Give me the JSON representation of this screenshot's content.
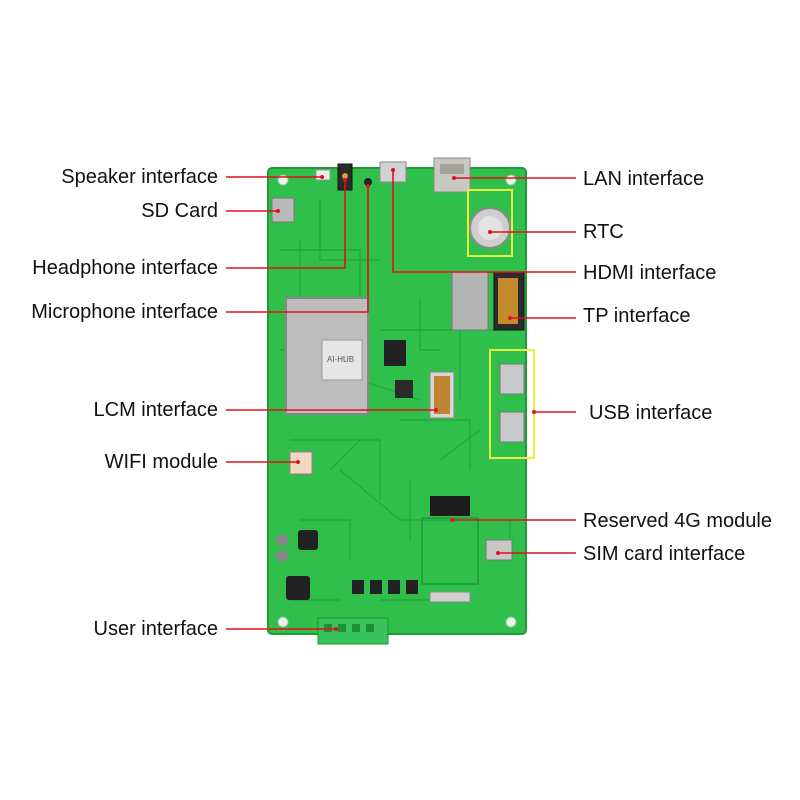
{
  "colors": {
    "pcb": "#2fbf4a",
    "pcb_dark": "#239a3a",
    "trace": "#1f8f34",
    "callout_line": "#e0101e",
    "highlight_box": "#e6f03a",
    "label_text": "#111111",
    "connector": "#39c35b"
  },
  "labels_left": [
    {
      "id": "speaker",
      "text": "Speaker interface"
    },
    {
      "id": "sdcard",
      "text": "SD Card"
    },
    {
      "id": "headphone",
      "text": "Headphone interface"
    },
    {
      "id": "microphone",
      "text": "Microphone interface"
    },
    {
      "id": "lcm",
      "text": "LCM interface"
    },
    {
      "id": "wifi",
      "text": "WIFI module"
    },
    {
      "id": "user",
      "text": "User interface"
    }
  ],
  "labels_right": [
    {
      "id": "lan",
      "text": "LAN interface"
    },
    {
      "id": "rtc",
      "text": "RTC"
    },
    {
      "id": "hdmi",
      "text": "HDMI interface"
    },
    {
      "id": "tp",
      "text": "TP interface"
    },
    {
      "id": "usb",
      "text": "USB interface"
    },
    {
      "id": "4g",
      "text": "Reserved 4G module"
    },
    {
      "id": "sim",
      "text": "SIM card interface"
    }
  ],
  "board": {
    "module_marking": "AI-HUB"
  }
}
